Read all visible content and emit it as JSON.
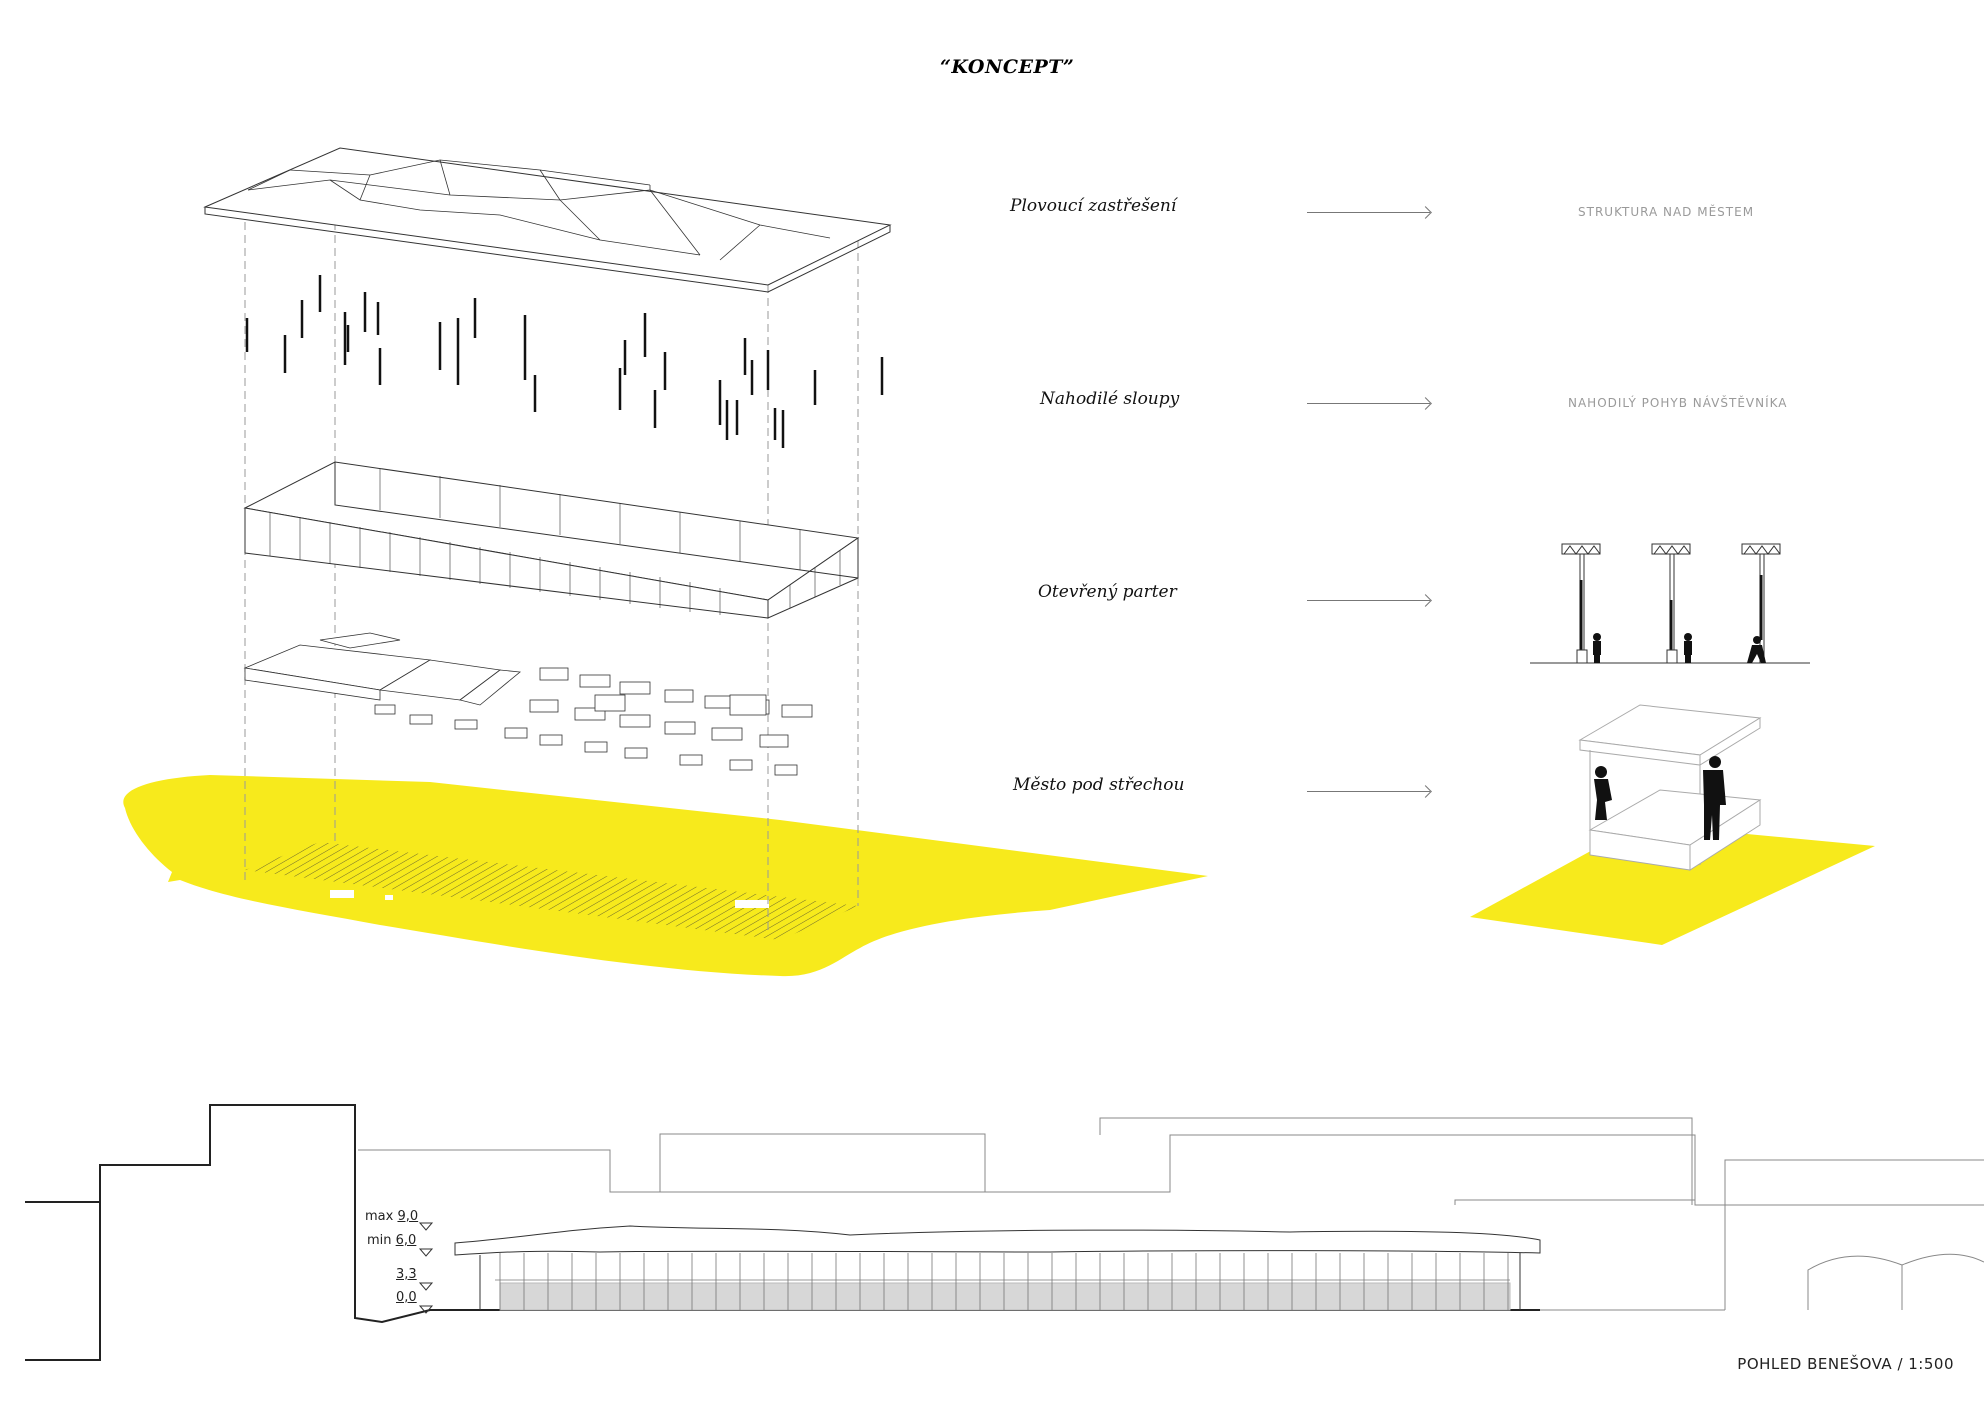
{
  "title": "“KONCEPT”",
  "layers": [
    {
      "label": "Plovoucí  zastřešení",
      "desc": "STRUKTURA NAD MĚSTEM"
    },
    {
      "label": "Nahodilé sloupy",
      "desc": "NAHODILÝ POHYB NÁVŠTĚVNÍKA"
    },
    {
      "label": "Otevřený parter",
      "desc": ""
    },
    {
      "label": "Město pod střechou",
      "desc": ""
    }
  ],
  "levels": [
    {
      "prefix": "max",
      "value": "9,0"
    },
    {
      "prefix": "min",
      "value": "6,0"
    },
    {
      "prefix": "",
      "value": "3,3"
    },
    {
      "prefix": "",
      "value": "0,0"
    }
  ],
  "caption": "POHLED BENEŠOVA / 1:500",
  "colors": {
    "accent": "#f7ea1c",
    "line": "#333333",
    "muted": "#9a9a9a"
  }
}
